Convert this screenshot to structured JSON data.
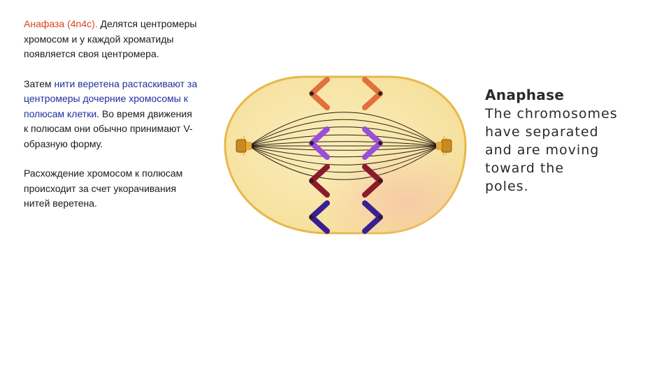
{
  "text": {
    "p1_title": "Анафаза (4n4c).",
    "p1_rest": " Делятся центромеры хромосом и у каждой хроматиды появляется своя центромера.",
    "p2_start": "Затем ",
    "p2_blue": "нити веретена растаскивают за центромеры дочерние хромосомы к полюсам клетки.",
    "p2_rest": " Во время движения к полюсам они обычно принимают V-образную форму.",
    "p3": "Расхождение хромосом к полюсам происходит за счет укорачивания нитей веретена."
  },
  "figure": {
    "caption_title": "Anaphase",
    "caption_lines": [
      "The chromosomes",
      "have separated",
      "and are moving",
      "toward the",
      "poles."
    ],
    "colors": {
      "cell_fill": "#f7e4a6",
      "cell_stroke": "#e7b84a",
      "chromosome_orange": "#e0703c",
      "chromosome_purple": "#9b4fd8",
      "chromosome_maroon": "#8b1a2c",
      "chromosome_indigo": "#3a1f94",
      "centrosome": "#c98a1e"
    }
  }
}
